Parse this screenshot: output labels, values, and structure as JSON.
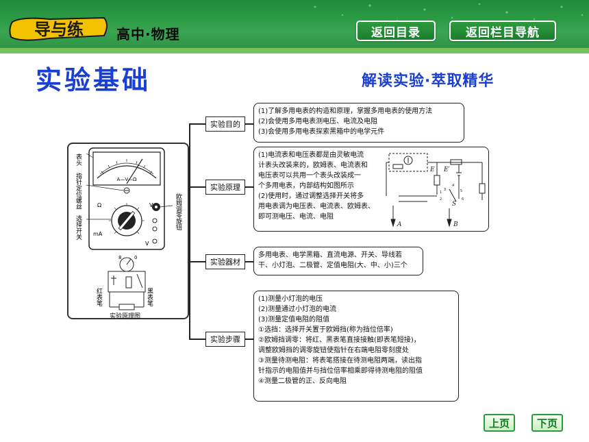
{
  "header": {
    "logo_text": "导与练",
    "subject": "高中·物理",
    "nav": {
      "contents_label": "返回目录",
      "column_label": "返回栏目导航"
    }
  },
  "section": {
    "title": "实验基础",
    "slogan": "解读实验·萃取精华"
  },
  "meter_panel": {
    "labels": {
      "dial": "表头",
      "pointer_screw": "指针定位螺丝",
      "zero_knob": "欧姆调零旋钮",
      "selector": "选择开关",
      "red_probe": "红表笔",
      "black_probe": "黑表笔",
      "caption": "实验原理图"
    },
    "dial_marks": {
      "scale": "A—V—Ω",
      "ohm_left": "Ω",
      "volt": "V",
      "ma": "mA",
      "zero_left": "0",
      "eight": "8"
    }
  },
  "rows": [
    {
      "label": "实验目的",
      "lines": [
        "(1)了解多用电表的构造和原理，掌握多用电表的使用方法",
        "(2)会使用多用电表测电压、电流及电阻",
        "(3)会使用多用电表探索黑箱中的电学元件"
      ]
    },
    {
      "label": "实验原理",
      "lines": [
        "(1)电流表和电压表都是由灵敏电流",
        "计表头改装来的，欧姆表、电流表和",
        "电压表可以共用一个表头改装成一",
        "个多用电表，内部结构如图所示",
        "(2)使用时，通过调整选择开关将多",
        "用电表调为电压表、电流表、欧姆表、",
        "即可测电压、电流、电阻"
      ],
      "circuit_labels": {
        "e1": "E",
        "e2": "E′",
        "s": "S",
        "a": "A",
        "b": "B"
      }
    },
    {
      "label": "实验器材",
      "lines": [
        "多用电表、电学黑箱、直流电源、开关、导线若",
        "干、小灯泡、二极管、定值电阻(大、中、小)三个"
      ]
    },
    {
      "label": "实验步骤",
      "lines": [
        "(1)测量小灯泡的电压",
        "(2)测量通过小灯泡的电流",
        "(3)测量定值电阻的阻值",
        "①选挡：选择开关置于欧姆挡(称为挡位倍率)",
        "②欧姆挡调零：将红、黑表笔直接接触(即表笔短接)，",
        "调整欧姆挡的调零旋钮使指针在右端电阻零刻度处",
        "③测量待测电阻：将表笔搭接在待测电阻两端，读出指",
        "针指示的电阻值并与挡位倍率相乘即得待测电阻的阻值",
        "④测量二极管的正、反向电阻"
      ]
    }
  ],
  "footer": {
    "prev_label": "上页",
    "next_label": "下页"
  },
  "colors": {
    "header_green": "#2c9b45",
    "title_blue": "#1a3fd1"
  }
}
